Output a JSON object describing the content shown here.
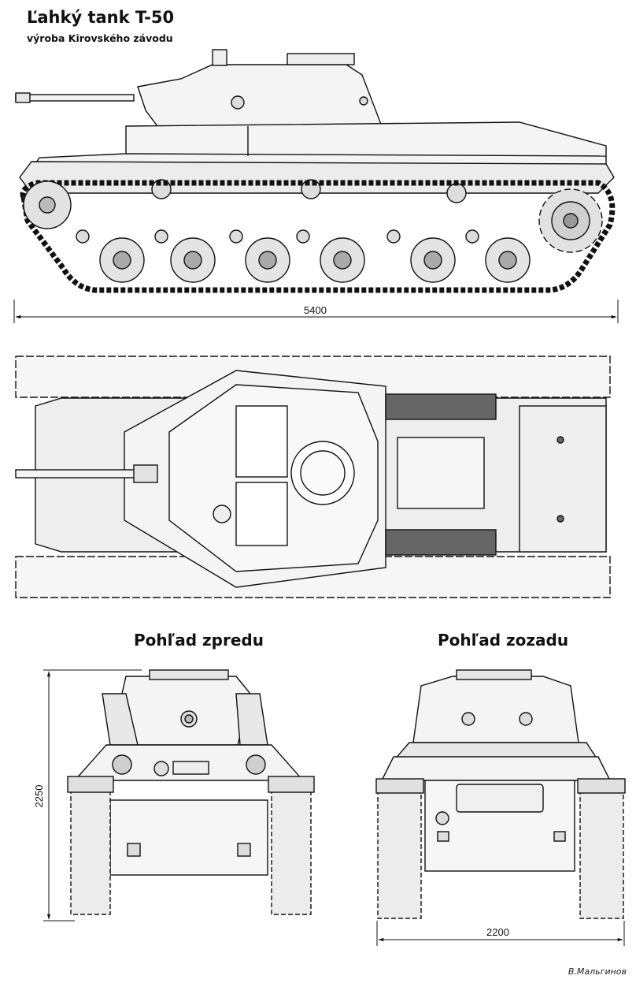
{
  "header": {
    "title": "Ľahký tank T-50",
    "subtitle": "výroba Kirovského závodu"
  },
  "views": {
    "front_label": "Pohľad zpredu",
    "rear_label": "Pohľad zozadu"
  },
  "dimensions": {
    "length": "5400",
    "height": "2250",
    "width": "2200"
  },
  "credit": "В.Мальгинов"
}
